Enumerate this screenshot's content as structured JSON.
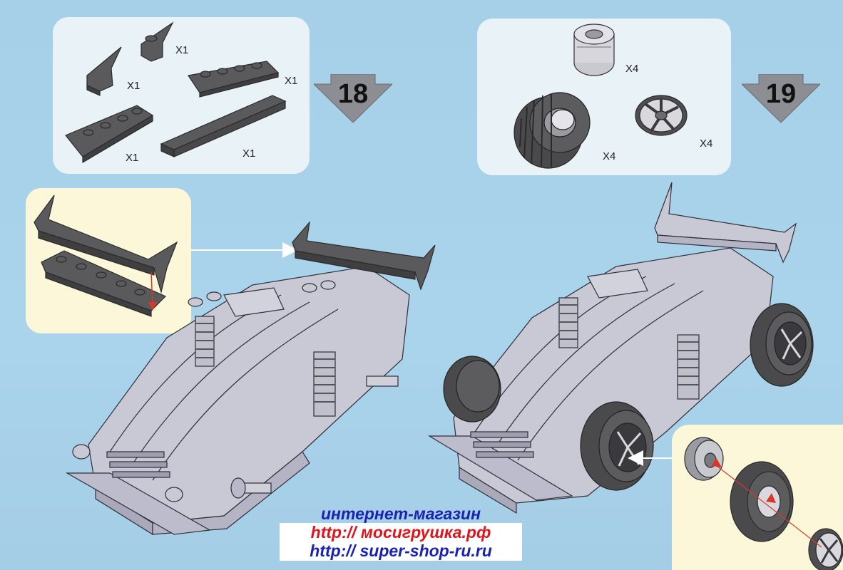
{
  "steps": [
    {
      "number": "18",
      "parts": [
        {
          "quantity": "X1"
        },
        {
          "quantity": "X1"
        },
        {
          "quantity": "X1"
        },
        {
          "quantity": "X1"
        },
        {
          "quantity": "X1"
        }
      ]
    },
    {
      "number": "19",
      "parts": [
        {
          "quantity": "X4"
        },
        {
          "quantity": "X4"
        },
        {
          "quantity": "X4"
        }
      ]
    }
  ],
  "footer": {
    "line1": "интернет-магазин",
    "line2": "http:// мосигрушка.рф",
    "line3": "http:// super-shop-ru.ru"
  },
  "colors": {
    "background": "#a9d3ea",
    "panel": "#e9f2f7",
    "subassembly_panel": "#fbf7d8",
    "brick_dark": "#5a5a5c",
    "brick_light": "#c9c9d6",
    "footer_blue": "#1a22b4",
    "footer_red": "#e0141a"
  }
}
